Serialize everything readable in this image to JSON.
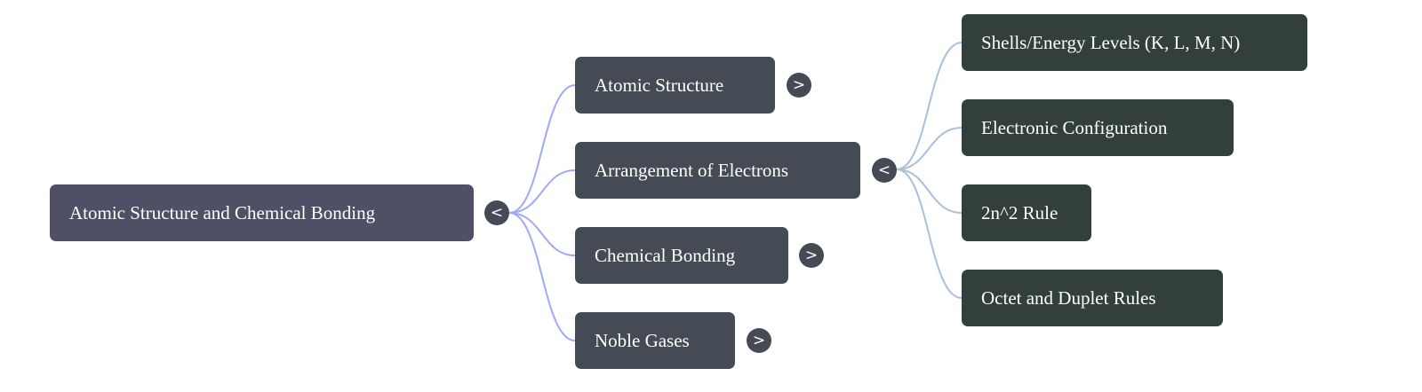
{
  "root": {
    "label": "Atomic Structure and Chemical Bonding",
    "toggle": "<"
  },
  "children": [
    {
      "label": "Atomic Structure",
      "toggle": ">"
    },
    {
      "label": "Arrangement of Electrons",
      "toggle": "<"
    },
    {
      "label": "Chemical Bonding",
      "toggle": ">"
    },
    {
      "label": "Noble Gases",
      "toggle": ">"
    }
  ],
  "grandchildren": [
    {
      "label": "Shells/Energy Levels (K, L, M, N)"
    },
    {
      "label": "Electronic Configuration"
    },
    {
      "label": "2n^2 Rule"
    },
    {
      "label": "Octet and Duplet Rules"
    }
  ],
  "colors": {
    "root": "#4f5066",
    "level1": "#444b55",
    "level2": "#323f3c",
    "edge1": "#a0a8f8",
    "edge2": "#a8c0dc"
  }
}
